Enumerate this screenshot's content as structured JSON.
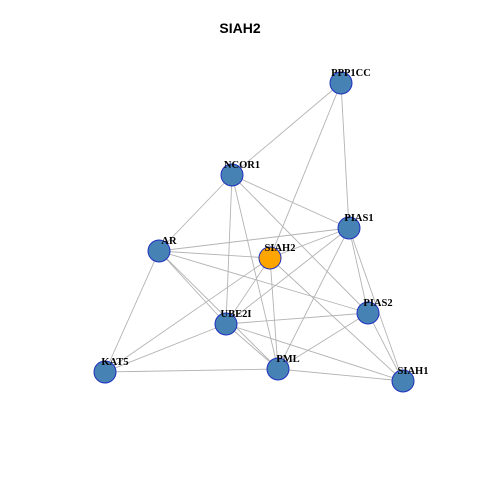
{
  "title": "SIAH2",
  "colors": {
    "node_fill": "#4682b4",
    "node_stroke": "#1f2fbf",
    "center_fill": "#ffa500",
    "center_stroke": "#1f2fbf",
    "edge": "#b3b3b3"
  },
  "nodes": [
    {
      "id": "PPP1CC",
      "label": "PPP1CC",
      "center": false
    },
    {
      "id": "NCOR1",
      "label": "NCOR1",
      "center": false
    },
    {
      "id": "PIAS1",
      "label": "PIAS1",
      "center": false
    },
    {
      "id": "AR",
      "label": "AR",
      "center": false
    },
    {
      "id": "SIAH2",
      "label": "SIAH2",
      "center": true
    },
    {
      "id": "PIAS2",
      "label": "PIAS2",
      "center": false
    },
    {
      "id": "UBE2I",
      "label": "UBE2I",
      "center": false
    },
    {
      "id": "KAT5",
      "label": "KAT5",
      "center": false
    },
    {
      "id": "PML",
      "label": "PML",
      "center": false
    },
    {
      "id": "SIAH1",
      "label": "SIAH1",
      "center": false
    }
  ],
  "edges": [
    [
      "PPP1CC",
      "NCOR1"
    ],
    [
      "PPP1CC",
      "SIAH2"
    ],
    [
      "PPP1CC",
      "PIAS1"
    ],
    [
      "NCOR1",
      "AR"
    ],
    [
      "NCOR1",
      "PIAS1"
    ],
    [
      "NCOR1",
      "UBE2I"
    ],
    [
      "NCOR1",
      "PML"
    ],
    [
      "NCOR1",
      "PIAS2"
    ],
    [
      "AR",
      "SIAH2"
    ],
    [
      "AR",
      "PIAS1"
    ],
    [
      "AR",
      "UBE2I"
    ],
    [
      "AR",
      "PIAS2"
    ],
    [
      "AR",
      "KAT5"
    ],
    [
      "AR",
      "PML"
    ],
    [
      "SIAH2",
      "PIAS1"
    ],
    [
      "SIAH2",
      "UBE2I"
    ],
    [
      "SIAH2",
      "PML"
    ],
    [
      "SIAH2",
      "KAT5"
    ],
    [
      "SIAH2",
      "SIAH1"
    ],
    [
      "PIAS1",
      "UBE2I"
    ],
    [
      "PIAS1",
      "PML"
    ],
    [
      "PIAS1",
      "PIAS2"
    ],
    [
      "PIAS1",
      "SIAH1"
    ],
    [
      "PIAS2",
      "UBE2I"
    ],
    [
      "PIAS2",
      "PML"
    ],
    [
      "PIAS2",
      "SIAH1"
    ],
    [
      "UBE2I",
      "KAT5"
    ],
    [
      "UBE2I",
      "PML"
    ],
    [
      "UBE2I",
      "SIAH1"
    ],
    [
      "KAT5",
      "PML"
    ],
    [
      "PML",
      "SIAH1"
    ]
  ]
}
